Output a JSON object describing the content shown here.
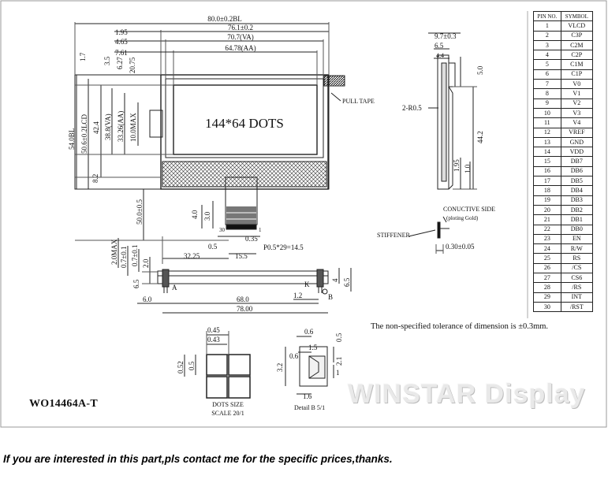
{
  "screen_label": "144*64 DOTS",
  "pull_tape_label": "PULL TAPE",
  "dims_top": [
    "80.0±0.2BL",
    "76.1±0.2",
    "70.7(VA)",
    "64.78(AA)"
  ],
  "dims_left_offsets": [
    "1.95",
    "4.65",
    "7.61"
  ],
  "dims_vertical_top": [
    "1.7",
    "3.5",
    "6.27",
    "20.75"
  ],
  "dims_vertical": [
    "54.0BL",
    "50.6±0.2LCD",
    "42.4",
    "38.8(VA)",
    "33.26(AA)",
    "10.0MAX",
    "8.2"
  ],
  "dim_50": "50.0±0.5",
  "fpc_dims": [
    "4.0",
    "3.0",
    "0.5",
    "0.35",
    "15.5",
    "P0.5*29=14.5",
    "32.25"
  ],
  "fpc_pin_labels": [
    "30",
    "1"
  ],
  "left_small_dims": [
    "2.0MAX",
    "0.7±0.1",
    "0.7±0.1",
    "2.0"
  ],
  "bottom_dims": [
    "6.5",
    "6.0",
    "68.0",
    "78.00",
    "1.2"
  ],
  "pin_letters": [
    "A",
    "K",
    "B"
  ],
  "side_dims": [
    "9.7±0.3",
    "6.5",
    "4.4",
    "5.0",
    "44.2",
    "1.95",
    "1.0",
    "0.30±0.05"
  ],
  "side_right_dims": [
    "4",
    "6.5"
  ],
  "radius_label": "2-R0.5",
  "conductive_label": [
    "CONUCTIVE SIDE",
    "(ploting Gold)"
  ],
  "stiffener_label": "STIFFENER",
  "dots_dims": [
    "0.45",
    "0.43",
    "0.52",
    "0.5"
  ],
  "dots_caption": [
    "DOTS SIZE",
    "SCALE 20/1"
  ],
  "detail_dims": [
    "0.6",
    "1.5",
    "0.5",
    "3.2",
    "0.6",
    "2.1",
    "1",
    "1.6"
  ],
  "detail_caption": "Detail B 5/1",
  "tolerance_note": "The non-specified tolerance of dimension is ±0.3mm.",
  "model_number": "WO14464A-T",
  "brand_watermark": "WINSTAR Display",
  "contact_text": "If you are interested in this part,pls contact me for the specific prices,thanks.",
  "pin_table": {
    "headers": [
      "PIN NO.",
      "SYMBOL"
    ],
    "rows": [
      [
        "1",
        "VLCD"
      ],
      [
        "2",
        "C3P"
      ],
      [
        "3",
        "C2M"
      ],
      [
        "4",
        "C2P"
      ],
      [
        "5",
        "C1M"
      ],
      [
        "6",
        "C1P"
      ],
      [
        "7",
        "V0"
      ],
      [
        "8",
        "V1"
      ],
      [
        "9",
        "V2"
      ],
      [
        "10",
        "V3"
      ],
      [
        "11",
        "V4"
      ],
      [
        "12",
        "VREF"
      ],
      [
        "13",
        "GND"
      ],
      [
        "14",
        "VDD"
      ],
      [
        "15",
        "DB7"
      ],
      [
        "16",
        "DB6"
      ],
      [
        "17",
        "DB5"
      ],
      [
        "18",
        "DB4"
      ],
      [
        "19",
        "DB3"
      ],
      [
        "20",
        "DB2"
      ],
      [
        "21",
        "DB1"
      ],
      [
        "22",
        "DB0"
      ],
      [
        "23",
        "EN"
      ],
      [
        "24",
        "R/W"
      ],
      [
        "25",
        "RS"
      ],
      [
        "26",
        "/CS"
      ],
      [
        "27",
        "CS6"
      ],
      [
        "28",
        "/RS"
      ],
      [
        "29",
        "INT"
      ],
      [
        "30",
        "/RST"
      ]
    ]
  }
}
